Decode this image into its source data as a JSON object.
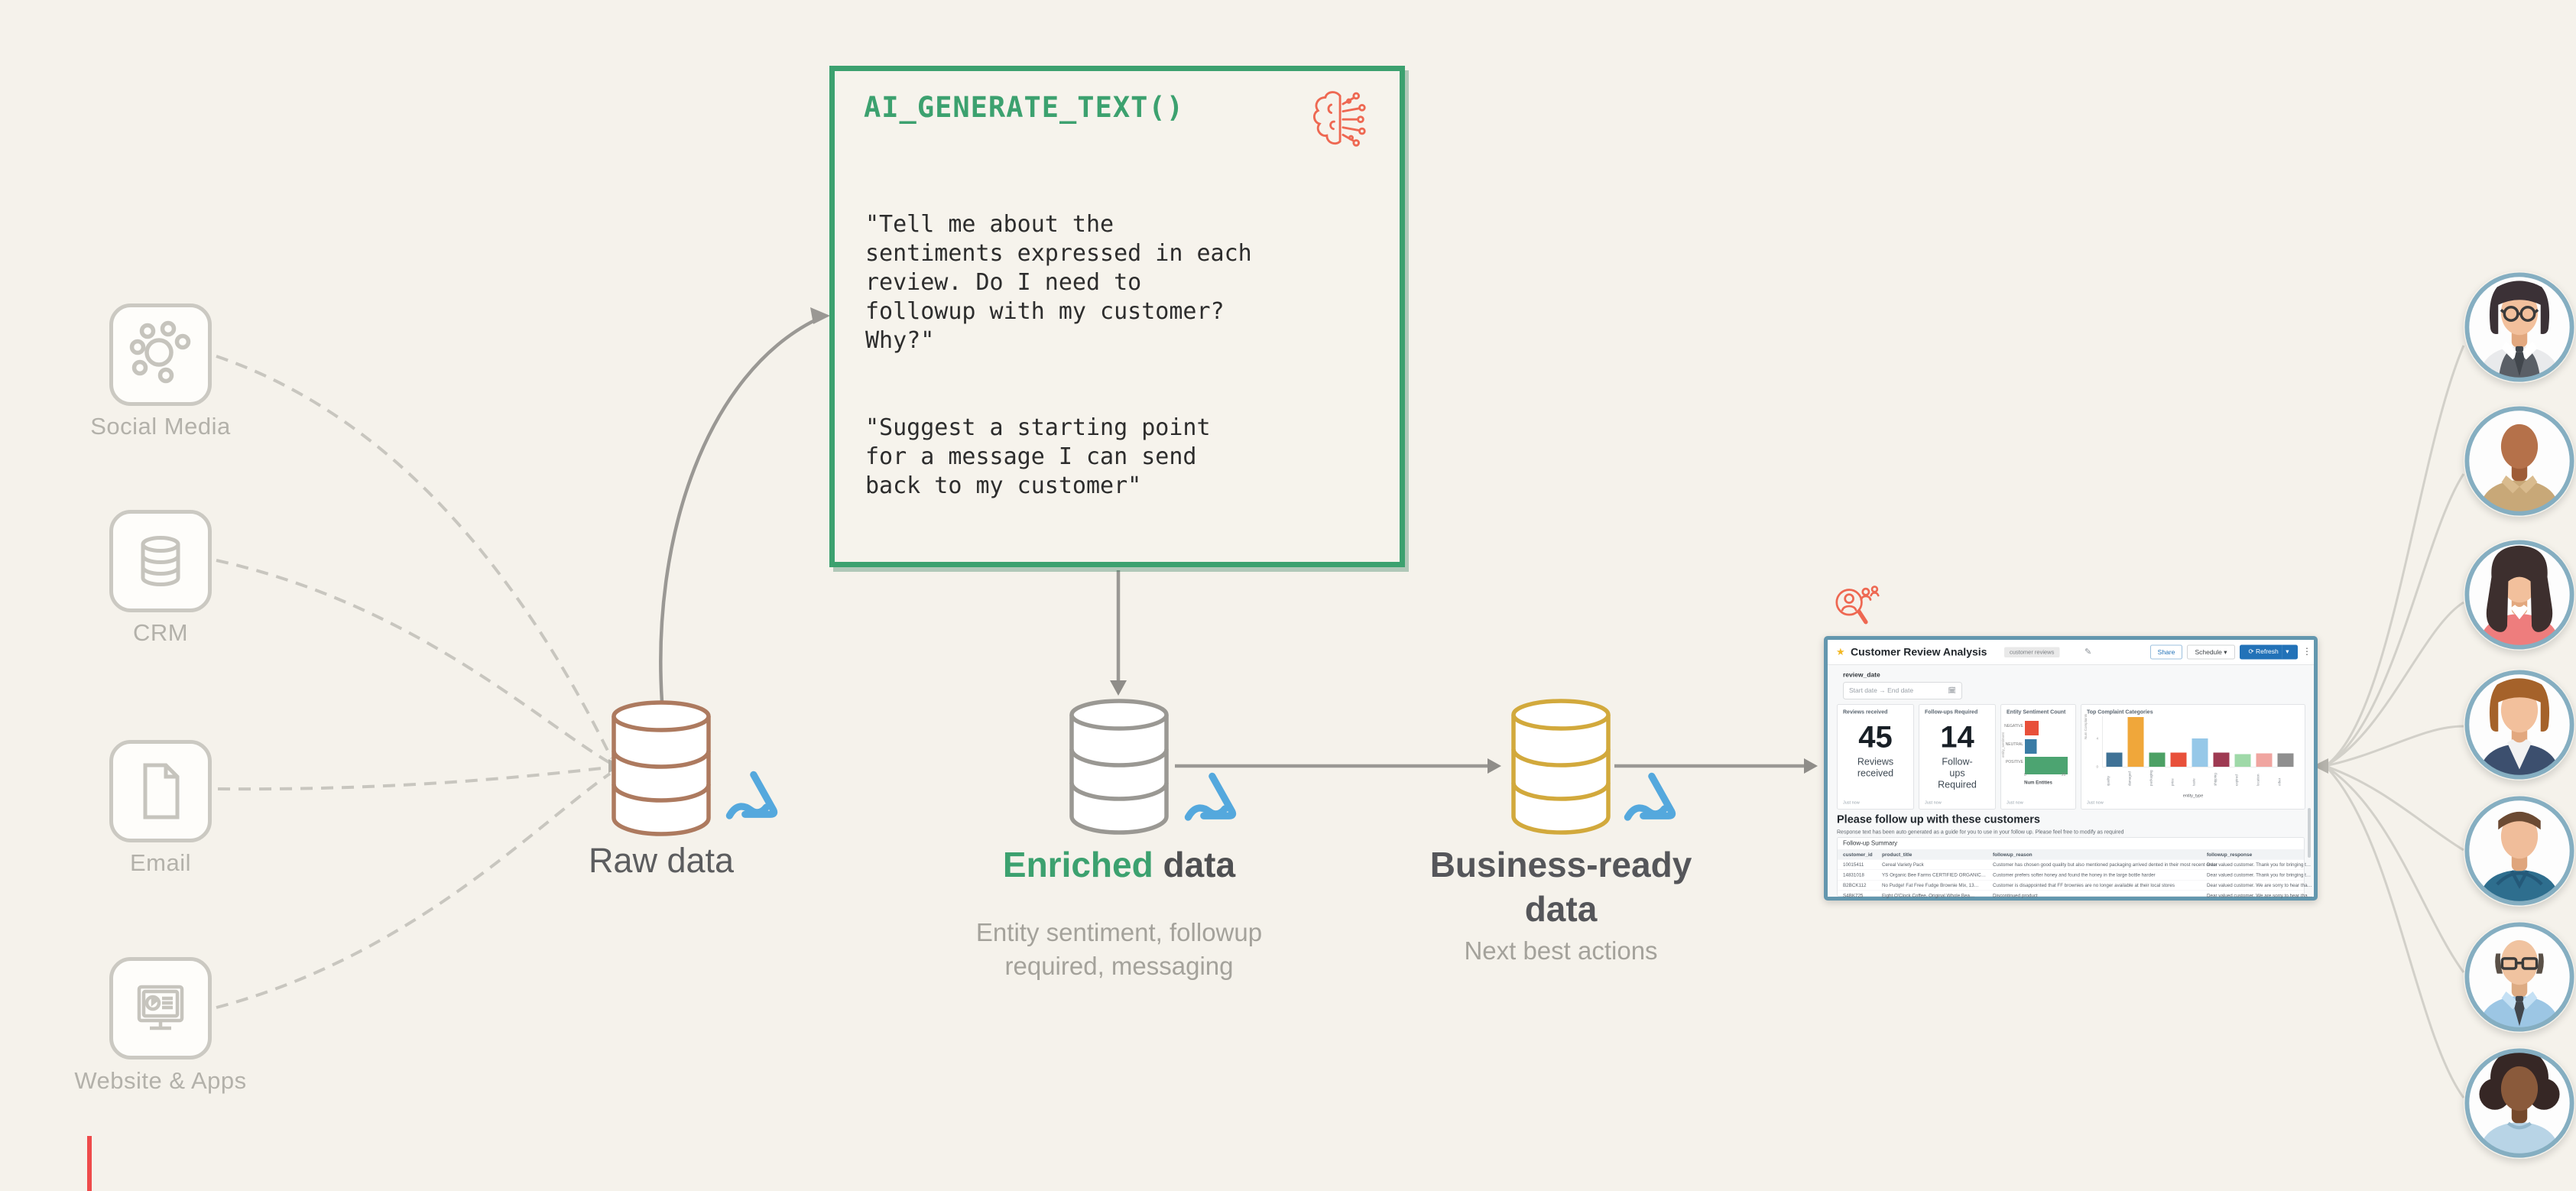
{
  "colors": {
    "background": "#f5f2eb",
    "accent_green": "#3ca16f",
    "accent_coral": "#ee6852",
    "accent_blue_logo": "#54a8dd",
    "raw_cylinder": "#ad7a5f",
    "enriched_cylinder": "#9a9893",
    "business_cylinder": "#d2a93c",
    "avatar_ring": "#85aec1"
  },
  "sources": [
    {
      "label": "Social Media",
      "icon": "social-media-icon"
    },
    {
      "label": "CRM",
      "icon": "crm-database-icon"
    },
    {
      "label": "Email",
      "icon": "email-document-icon"
    },
    {
      "label": "Website & Apps",
      "icon": "website-apps-icon"
    }
  ],
  "ai_box": {
    "title": "AI_GENERATE_TEXT()",
    "icon": "ai-brain-circuit-icon",
    "prompt1": "\"Tell me about the\nsentiments expressed in each\nreview. Do I need to\nfollowup with my customer?\nWhy?\"",
    "prompt2": "\"Suggest a starting point\nfor a message I can send\nback to my customer\""
  },
  "stages": {
    "raw": {
      "label": "Raw data"
    },
    "enriched": {
      "label_em": "Enriched",
      "label_rest": " data",
      "subtext": "Entity sentiment, followup\nrequired, messaging"
    },
    "business": {
      "label_line1": "Business-ready",
      "label_line2": "data",
      "subtext": "Next best actions"
    }
  },
  "dashboard": {
    "title": "Customer Review Analysis",
    "badge": "customer reviews",
    "star_icon": "star-icon",
    "buttons": {
      "share": "Share",
      "schedule": "Schedule",
      "refresh": "Refresh",
      "menu": "⋮"
    },
    "filter": {
      "label": "review_date",
      "placeholder": "Start date  →  End date"
    },
    "kpis": [
      {
        "header": "Reviews received",
        "value": "45",
        "label": "Reviews\nreceived",
        "caption": "Just now"
      },
      {
        "header": "Follow-ups Required",
        "value": "14",
        "label": "Follow-\nups\nRequired",
        "caption": "Just now"
      }
    ],
    "followup": {
      "heading": "Please follow up with these customers",
      "subtext": "Response text has been auto generated as a guide for you to use in your follow up. Please feel free to modify as required"
    },
    "table": {
      "title": "Follow-up Summary",
      "columns": [
        "customer_id",
        "product_title",
        "followup_reason",
        "followup_response"
      ],
      "rows": [
        [
          "10015411",
          "Cereal Variety Pack",
          "Customer has chosen good quality but also mentioned packaging arrived dented in their most recent order",
          "Dear valued customer. Thank you for bringing t…"
        ],
        [
          "14831018",
          "YS Organic Bee Farms CERTIFIED ORGANIC…",
          "Customer prefers softer honey and found the honey in the large bottle harder",
          "Dear valued customer. Thank you for bringing t…"
        ],
        [
          "B2BCK112",
          "No Pudge! Fat Free Fudge Brownie Mix, 13…",
          "Customer is disappointed that FF brownies are no longer available at their local stores",
          "Dear valued customer. We are sorry to hear tha…"
        ],
        [
          "S4BK725",
          "Eight O'Clock Coffee, Original Whole Bea…",
          "Discontinued product",
          "Dear valued customer. We are sorry to hear tha…"
        ]
      ]
    }
  },
  "chart_data": [
    {
      "type": "bar",
      "orientation": "horizontal",
      "title": "Entity Sentiment Count",
      "categories": [
        "NEGATIVE",
        "NEUTRAL",
        "POSITIVE"
      ],
      "values": [
        7,
        6,
        22
      ],
      "colors": [
        "#e8503a",
        "#3a7ca5",
        "#4ca471"
      ],
      "xlabel": "Num Entities",
      "ylabel": "entity_sentiment",
      "xticks": [
        0,
        20
      ],
      "xlim": [
        0,
        24
      ],
      "caption": "Just now"
    },
    {
      "type": "bar",
      "title": "Top Complaint Categories",
      "categories": [
        "quality",
        "damaged",
        "packaging",
        "price",
        "taste",
        "shipping",
        "expired",
        "location",
        "other"
      ],
      "values": [
        2,
        7,
        2,
        2,
        4,
        2,
        1.8,
        1.9,
        1.9
      ],
      "colors": [
        "#3f7296",
        "#f0a73a",
        "#4ca064",
        "#e8503a",
        "#96c8e8",
        "#9e3a52",
        "#9fd9a8",
        "#f0a5a0",
        "#8f8f8f"
      ],
      "xlabel": "entity_type",
      "ylabel": "Num Complaints",
      "ylim": [
        0,
        8
      ],
      "yticks": [
        0,
        4
      ],
      "caption": "Just now"
    }
  ],
  "avatars": [
    {
      "name": "woman-bob-glasses-vest",
      "skin": "#f2c09c",
      "skin2": "#e2a87f",
      "hair": "bob",
      "hairColor": "#3b3136",
      "shirt": "#e9eaec",
      "vest": "#5a5f66",
      "collar": "shirt",
      "collarColor": "#ffffff",
      "glasses": "round",
      "tie": "#41464c"
    },
    {
      "name": "bald-man-khaki",
      "skin": "#b5714a",
      "skin2": "#9e5c38",
      "hair": "bald",
      "hairColor": "#000000",
      "shirt": "#c8a878",
      "collar": "shirt",
      "collarColor": "#d9bb8e"
    },
    {
      "name": "woman-curly-coral",
      "skin": "#f2c09c",
      "skin2": "#e2a87f",
      "hair": "curly",
      "hairColor": "#3d2f2e",
      "shirt": "#ee7d7d",
      "collar": "points"
    },
    {
      "name": "woman-auburn-blazer",
      "skin": "#f2c09c",
      "skin2": "#e2a87f",
      "hair": "bob",
      "hairColor": "#a5622a",
      "shirt": "#3c4f6e",
      "collar": "v"
    },
    {
      "name": "man-hoodie",
      "skin": "#f0bd9a",
      "skin2": "#dfa57c",
      "hair": "shortM",
      "hairColor": "#6b4a33",
      "shirt": "#2e6e8e",
      "collar": "hoodie"
    },
    {
      "name": "balding-man-glasses-tie",
      "skin": "#f0c3a0",
      "skin2": "#ddab83",
      "hair": "balding",
      "hairColor": "#5a5047",
      "shirt": "#9cc6e4",
      "collar": "shirt",
      "collarColor": "#c4e0f4",
      "glasses": "rect",
      "tie": "#41464c"
    },
    {
      "name": "woman-afro-blue",
      "skin": "#8a5a3b",
      "skin2": "#75492c",
      "hair": "afro",
      "hairColor": "#362725",
      "shirt": "#b8d4e6",
      "collar": "crew"
    }
  ]
}
